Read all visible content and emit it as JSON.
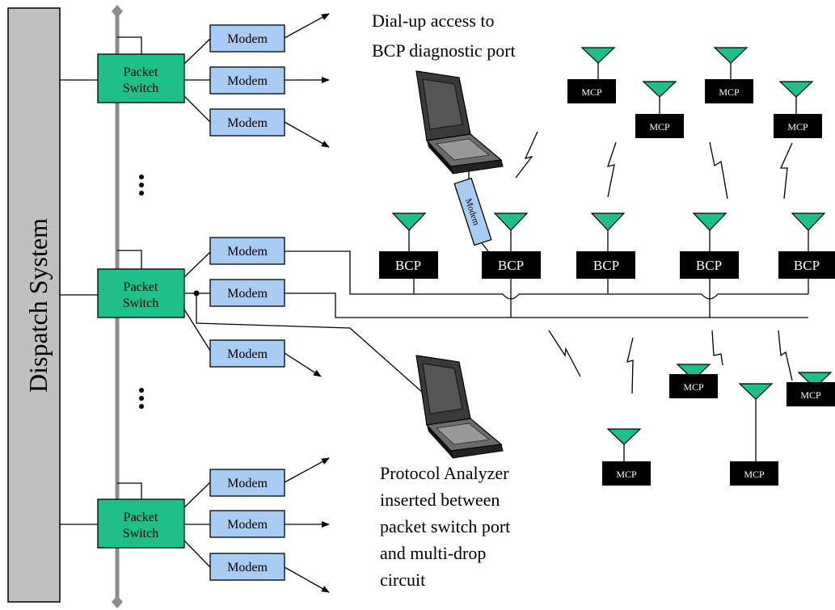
{
  "diagram": {
    "dispatch_label": "Dispatch System",
    "packet_switch_label": [
      "Packet",
      "Switch"
    ],
    "modem_label": "Modem",
    "bcp_label": "BCP",
    "mcp_label": "MCP",
    "dialup_caption": [
      "Dial-up access to",
      "BCP diagnostic port"
    ],
    "analyzer_caption": [
      "Protocol Analyzer",
      "inserted between",
      "packet switch port",
      "and multi-drop",
      "circuit"
    ],
    "colors": {
      "packet_switch_fill": "#1fbf8a",
      "modem_fill": "#a9ccf2",
      "antenna_fill": "#1fbf8a",
      "bus_gray": "#8c8c8c",
      "dispatch_fill": "#c0c0c0"
    },
    "icons": [
      "laptop-icon",
      "antenna-icon",
      "lightning-icon",
      "arrow-icon",
      "ellipsis-icon"
    ]
  }
}
